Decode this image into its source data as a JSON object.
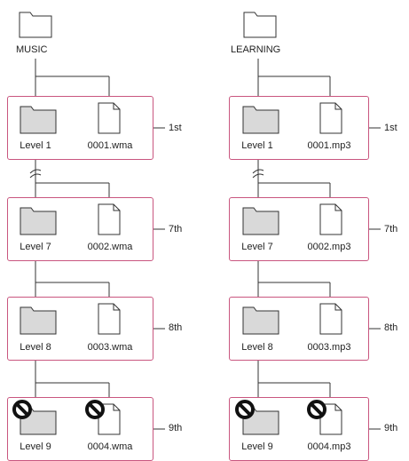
{
  "colors": {
    "box_border": "#c9567f",
    "folder_fill": "#d9d9d9",
    "line": "#333333",
    "prohibit": "#111111"
  },
  "columns": [
    {
      "root": {
        "label": "MUSIC",
        "icon": "folder-icon"
      },
      "levels": [
        {
          "folder_label": "Level 1",
          "file_label": "0001.wma",
          "position": "1st",
          "prohibited": false
        },
        {
          "folder_label": "Level 7",
          "file_label": "0002.wma",
          "position": "7th",
          "prohibited": false
        },
        {
          "folder_label": "Level 8",
          "file_label": "0003.wma",
          "position": "8th",
          "prohibited": false
        },
        {
          "folder_label": "Level 9",
          "file_label": "0004.wma",
          "position": "9th",
          "prohibited": true
        }
      ]
    },
    {
      "root": {
        "label": "LEARNING",
        "icon": "folder-icon"
      },
      "levels": [
        {
          "folder_label": "Level 1",
          "file_label": "0001.mp3",
          "position": "1st",
          "prohibited": false
        },
        {
          "folder_label": "Level 7",
          "file_label": "0002.mp3",
          "position": "7th",
          "prohibited": false
        },
        {
          "folder_label": "Level 8",
          "file_label": "0003.mp3",
          "position": "8th",
          "prohibited": false
        },
        {
          "folder_label": "Level 9",
          "file_label": "0004.mp3",
          "position": "9th",
          "prohibited": true
        }
      ]
    }
  ],
  "icons": [
    "folder-icon",
    "file-icon",
    "prohibited-icon",
    "omission-mark-icon"
  ]
}
